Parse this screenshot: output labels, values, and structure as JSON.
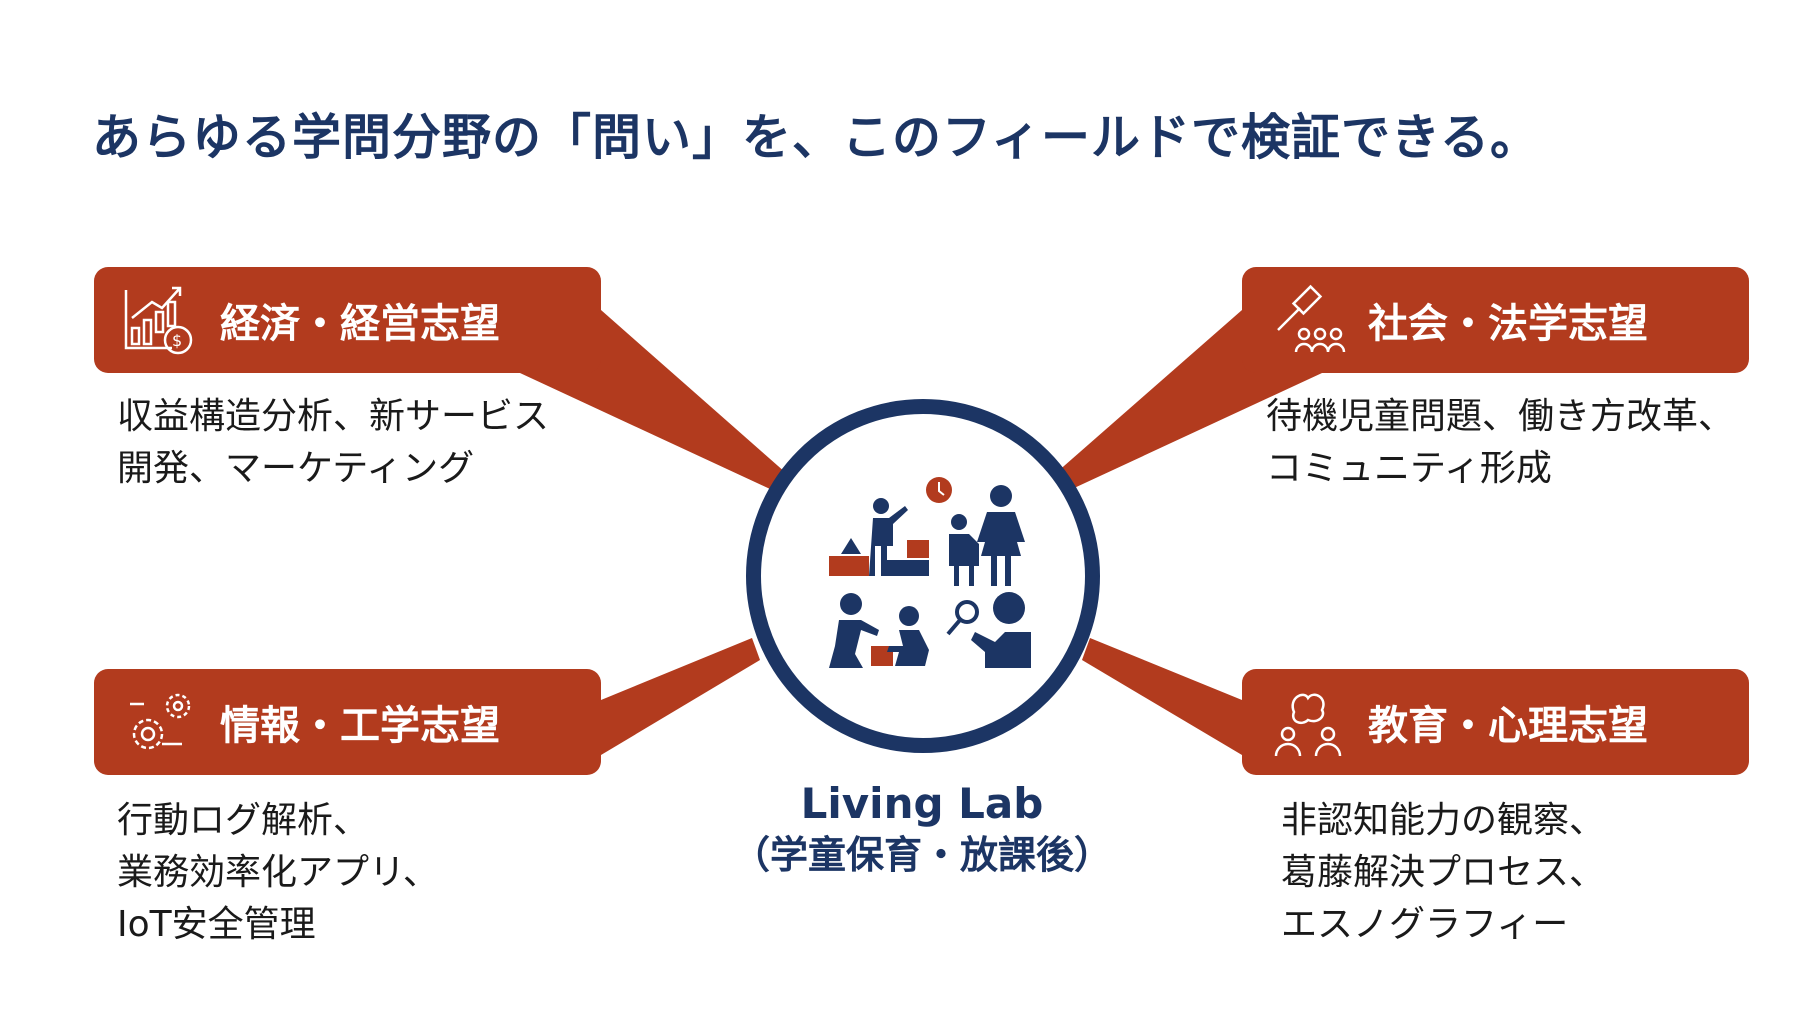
{
  "title": "あらゆる学問分野の「問い」を、このフィールドで検証できる。",
  "colors": {
    "accent": "#b23b1e",
    "navy": "#1c3564"
  },
  "center": {
    "title": "Living Lab",
    "subtitle": "（学童保育・放課後）",
    "icon": "children-observation-icon"
  },
  "fields": [
    {
      "label": "経済・経営志望",
      "icon": "chart-dollar-icon",
      "desc": [
        "収益構造分析、新サービス",
        "開発、マーケティング"
      ]
    },
    {
      "label": "社会・法学志望",
      "icon": "gavel-people-icon",
      "desc": [
        "待機児童問題、働き方改革、",
        "コミュニティ形成"
      ]
    },
    {
      "label": "情報・工学志望",
      "icon": "gears-icon",
      "desc": [
        "行動ログ解析、",
        "業務効率化アプリ、",
        "IoT安全管理"
      ]
    },
    {
      "label": "教育・心理志望",
      "icon": "brain-people-icon",
      "desc": [
        "非認知能力の観察、",
        "葛藤解決プロセス、",
        "エスノグラフィー"
      ]
    }
  ]
}
